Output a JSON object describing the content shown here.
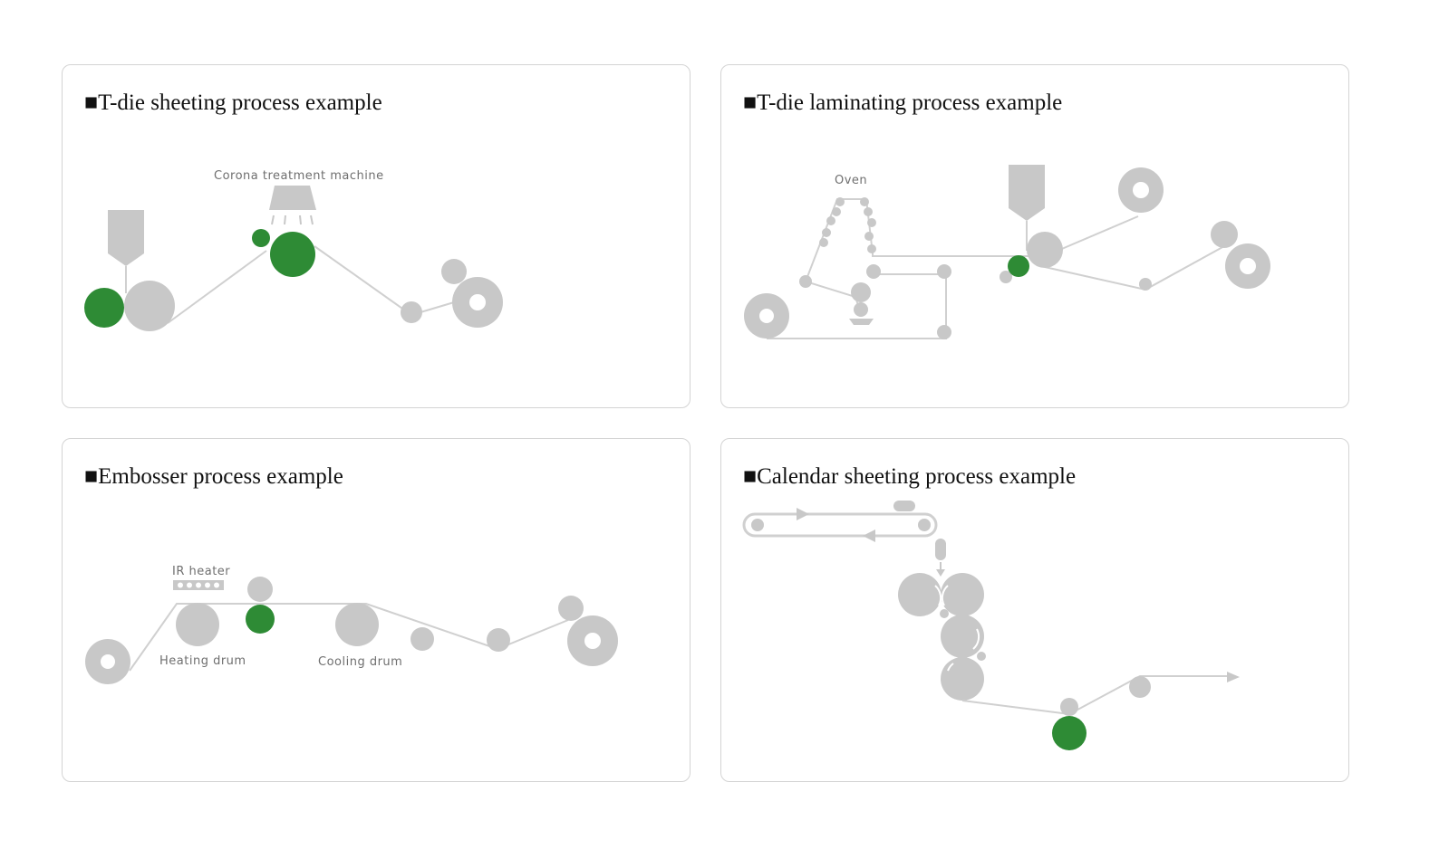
{
  "colors": {
    "roll_green": "#2e8b35",
    "machine_gray": "#c8c8c8",
    "line_gray": "#cfcfcf",
    "label_gray": "#6f6f6f"
  },
  "panels": {
    "tdie_sheeting": {
      "title": "■T-die sheeting process example",
      "labels": {
        "corona": "Corona treatment machine"
      }
    },
    "tdie_laminating": {
      "title": "■T-die laminating process example",
      "labels": {
        "oven": "Oven"
      }
    },
    "embosser": {
      "title": "■Embosser process example",
      "labels": {
        "ir_heater": "IR heater",
        "heating_drum": "Heating drum",
        "cooling_drum": "Cooling drum"
      }
    },
    "calendar": {
      "title": "■Calendar sheeting process example"
    }
  }
}
